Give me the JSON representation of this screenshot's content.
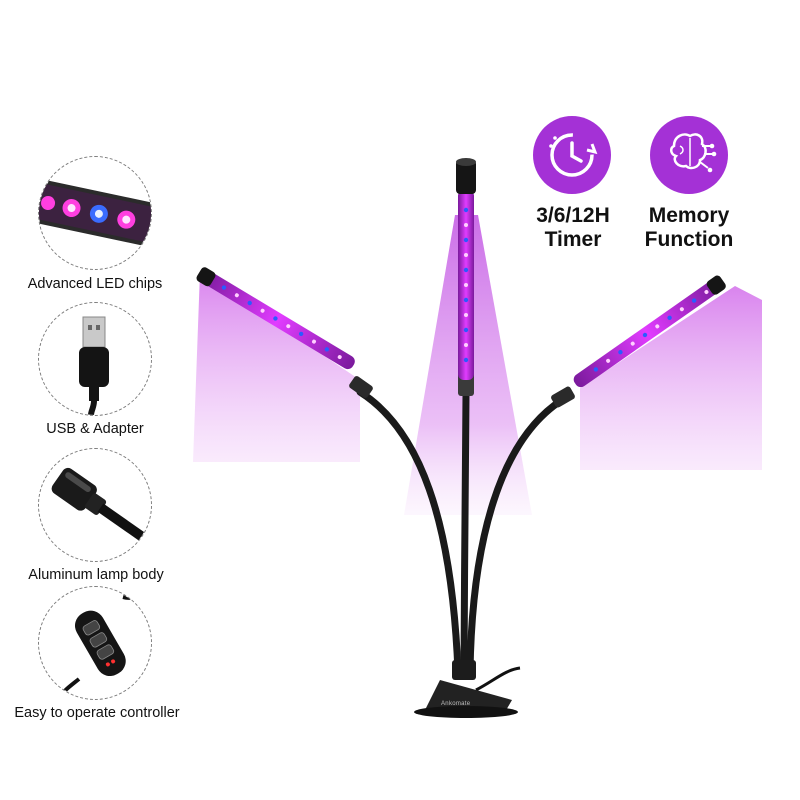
{
  "features": [
    {
      "label": "Advanced LED chips",
      "icon": "led-chips-icon"
    },
    {
      "label": "USB & Adapter",
      "icon": "usb-plug-icon"
    },
    {
      "label": "Aluminum lamp body",
      "icon": "lamp-body-icon"
    },
    {
      "label": "Easy to operate controller",
      "icon": "controller-icon"
    }
  ],
  "badges": [
    {
      "line1": "3/6/12H",
      "line2": "Timer",
      "icon": "timer-clock-icon"
    },
    {
      "line1": "Memory",
      "line2": "Function",
      "icon": "brain-circuit-icon"
    }
  ],
  "product": {
    "brand_text": "Ankomate",
    "light_color": "#e08cf0",
    "badge_color": "#a431d6",
    "led_color": "#d61cff"
  }
}
